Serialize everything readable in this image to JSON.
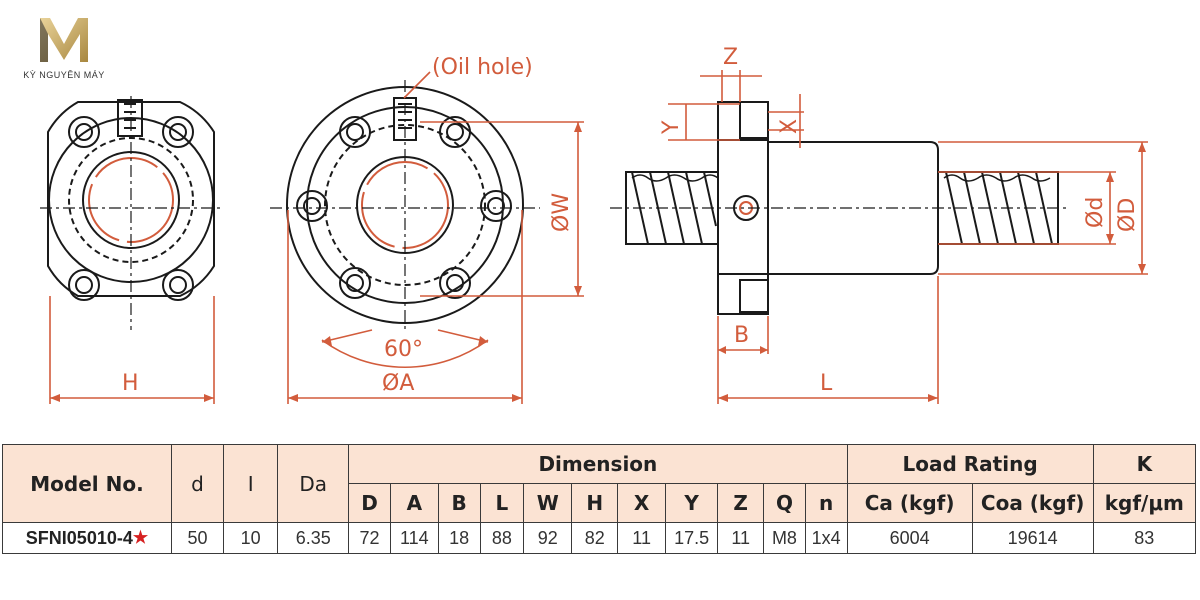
{
  "brand": {
    "name": "KỲ NGUYÊN MÁY",
    "logo_letter": "M"
  },
  "drawing": {
    "oil_hole_label": "(Oil hole)",
    "dim_H": "H",
    "dim_A": "ØA",
    "dim_W": "ØW",
    "angle": "60°",
    "dim_Z": "Z",
    "dim_Y": "Y",
    "dim_X": "X",
    "dim_d": "Ød",
    "dim_D": "ØD",
    "dim_B": "B",
    "dim_L": "L"
  },
  "table": {
    "head": {
      "model": "Model No.",
      "d": "d",
      "l": "I",
      "da": "Da",
      "dimension": "Dimension",
      "load_rating": "Load Rating",
      "k": "K",
      "k_unit": "kgf/μm",
      "cols": [
        "D",
        "A",
        "B",
        "L",
        "W",
        "H",
        "X",
        "Y",
        "Z",
        "Q",
        "n"
      ],
      "ca": "Ca (kgf)",
      "coa": "Coa (kgf)"
    },
    "row": {
      "model": "SFNI05010-4",
      "star": "★",
      "d": "50",
      "l": "10",
      "da": "6.35",
      "D": "72",
      "A": "114",
      "B": "18",
      "L": "88",
      "W": "92",
      "H": "82",
      "X": "11",
      "Y": "17.5",
      "Z": "11",
      "Q": "M8",
      "n": "1x4",
      "ca": "6004",
      "coa": "19614",
      "k": "83"
    }
  },
  "colors": {
    "dimension": "#d25c3c",
    "outline": "#1a1a1a",
    "header_bg": "#fbe3d3",
    "star": "#d62020"
  }
}
